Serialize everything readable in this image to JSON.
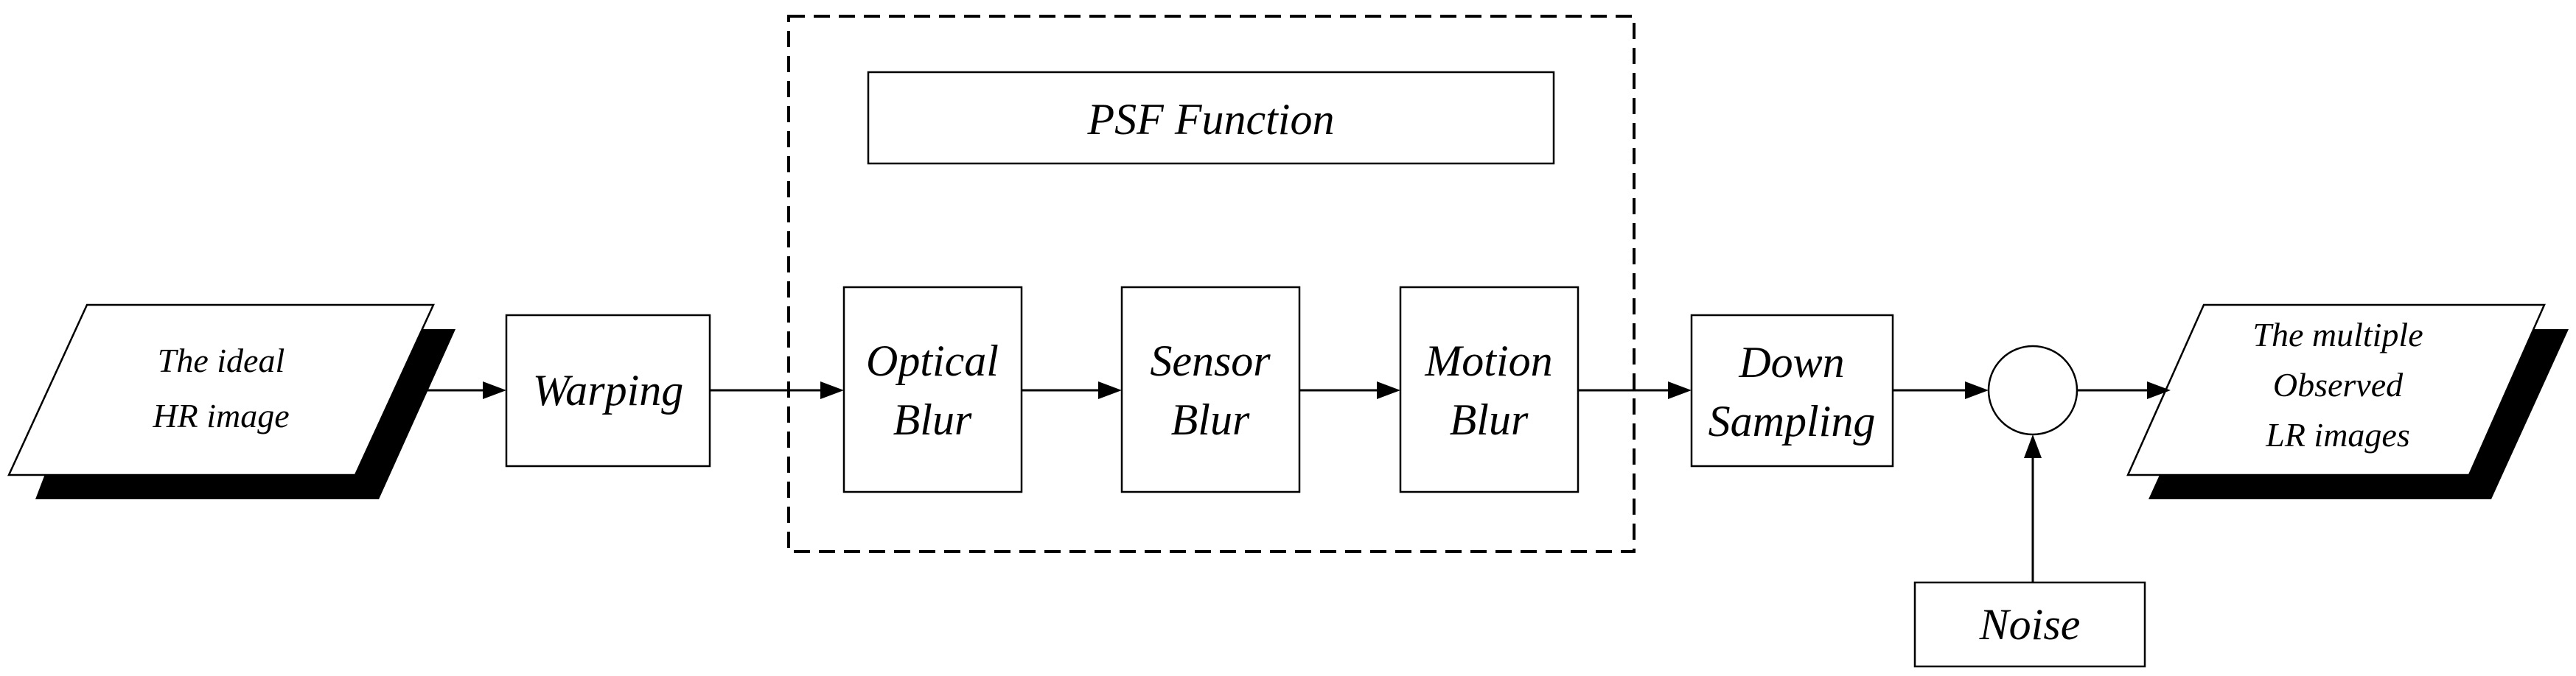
{
  "nodes": {
    "input": {
      "line1": "The ideal",
      "line2": "HR image"
    },
    "warping": {
      "label": "Warping"
    },
    "psf": {
      "label": "PSF Function"
    },
    "optical_blur": {
      "line1": "Optical",
      "line2": "Blur"
    },
    "sensor_blur": {
      "line1": "Sensor",
      "line2": "Blur"
    },
    "motion_blur": {
      "line1": "Motion",
      "line2": "Blur"
    },
    "down_sampling": {
      "line1": "Down",
      "line2": "Sampling"
    },
    "noise": {
      "label": "Noise"
    },
    "output": {
      "line1": "The multiple",
      "line2": "Observed",
      "line3": "LR images"
    }
  },
  "colors": {
    "stroke": "#000000",
    "shadow": "#000000",
    "fill": "#ffffff"
  }
}
